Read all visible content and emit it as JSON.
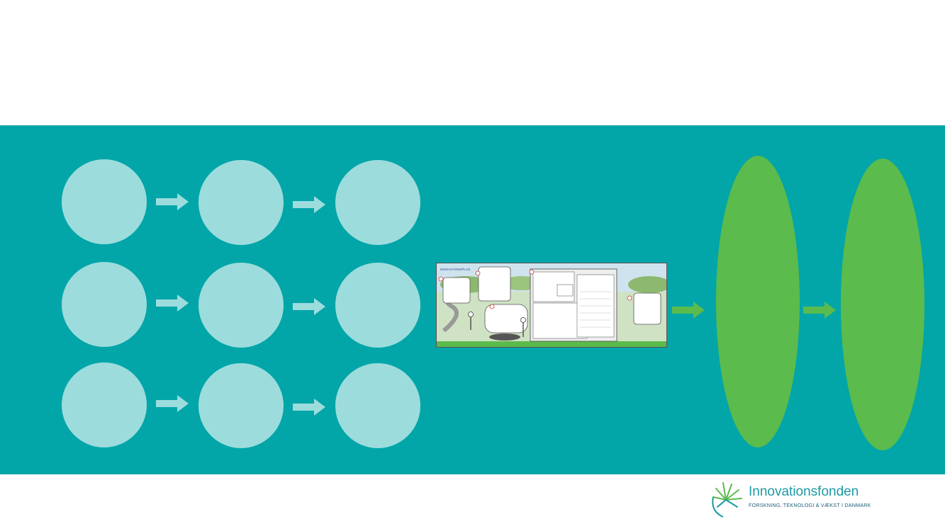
{
  "colors": {
    "band": "#02a6a8",
    "circle": "#9ddcdd",
    "arrow_light": "#9ddcdd",
    "arrow_green": "#5bbb4c",
    "oval": "#5bbb4c",
    "logo_text": "#1c9aa3"
  },
  "diagram": {
    "rows": 3,
    "steps_per_row": 3,
    "circles_labels": [],
    "ovals_labels": []
  },
  "poster": {
    "title": "INNOVATIONSPLAN",
    "icons": [
      "road-icon",
      "person-icon",
      "board-icon",
      "speech-bubble-icon"
    ]
  },
  "logo": {
    "name": "Innovationsfonden",
    "tagline": "FORSKNING, TEKNOLOGI & VÆKST I DANMARK",
    "icon": "palm-leaf-icon"
  }
}
